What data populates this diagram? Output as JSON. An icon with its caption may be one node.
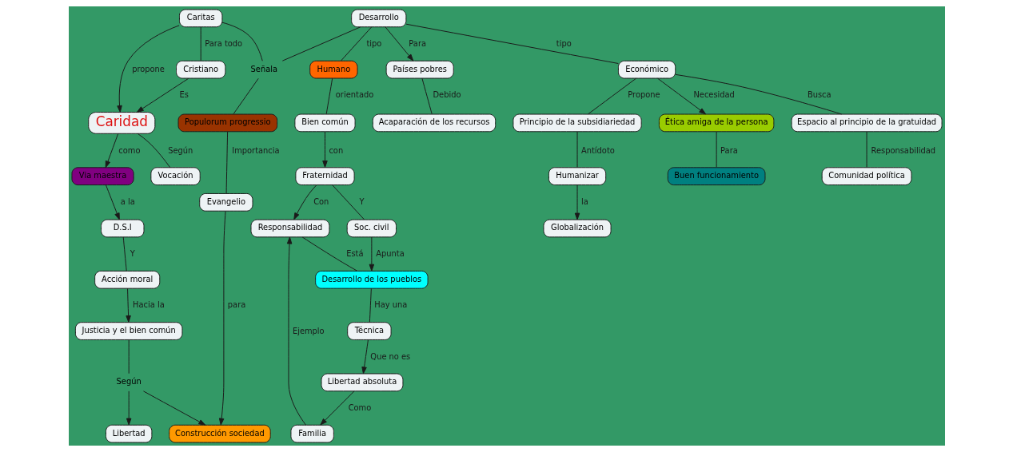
{
  "diagram": {
    "nodes": [
      {
        "text": [
          "Países pobres"
        ]
      },
      {
        "text": [
          "Ética amiga de la persona"
        ]
      },
      {
        "text": [
          "Acaparación de los recursos"
        ]
      },
      {
        "text": [
          "Caritas"
        ]
      },
      {
        "text": [
          "Caridad"
        ]
      },
      {
        "text": [
          "Via maestra"
        ]
      },
      {
        "text": [
          "D.S.I"
        ]
      },
      {
        "text": [
          "Acción moral"
        ]
      },
      {
        "text": [
          "Señala"
        ]
      },
      {
        "text": [
          "Desarrollo"
        ]
      },
      {
        "text": [
          "Cristiano"
        ]
      },
      {
        "text": [
          "Justicia y el bien común"
        ]
      },
      {
        "text": [
          "Vocación"
        ]
      },
      {
        "text": [
          "Populorum progressio"
        ]
      },
      {
        "text": [
          "Según"
        ]
      },
      {
        "text": [
          "Libertad"
        ]
      },
      {
        "text": [
          "Económico"
        ]
      },
      {
        "text": [
          "Humano"
        ]
      },
      {
        "text": [
          "Construcción sociedad"
        ]
      },
      {
        "text": [
          "Buen funcionamiento"
        ]
      },
      {
        "text": [
          "Evangelio"
        ]
      },
      {
        "text": [
          "Espacio al principio de la gratuidad"
        ]
      },
      {
        "text": [
          "Bien común"
        ]
      },
      {
        "text": [
          "Fraternidad"
        ]
      },
      {
        "text": [
          "Responsabilidad"
        ]
      },
      {
        "text": [
          "Principio de la subsidiariedad"
        ]
      },
      {
        "text": [
          "Familia"
        ]
      },
      {
        "text": [
          "Comunidad política"
        ]
      },
      {
        "text": [
          "Desarrollo de los pueblos"
        ]
      },
      {
        "text": [
          "Humanizar"
        ]
      },
      {
        "text": [
          "Globalización"
        ]
      },
      {
        "text": [
          "Soc. civil"
        ]
      },
      {
        "text": [
          "Técnica"
        ]
      },
      {
        "text": [
          "Libertad absoluta"
        ]
      }
    ],
    "edges": [
      {
        "from": 9,
        "to": 0,
        "arrow": "to",
        "label": "Para"
      },
      {
        "from": 0,
        "to": 2,
        "arrow": "none",
        "label": "Debido"
      },
      {
        "from": 16,
        "to": 1,
        "arrow": "to",
        "label": "Necesidad"
      },
      {
        "from": 1,
        "to": 19,
        "arrow": "none",
        "label": "Para"
      },
      {
        "from": 3,
        "to": 8,
        "arrow": "none"
      },
      {
        "from": 9,
        "to": 8,
        "arrow": "none"
      },
      {
        "from": 8,
        "to": 13,
        "arrow": "none"
      },
      {
        "from": 3,
        "to": 4,
        "arrow": "to",
        "label": "propone"
      },
      {
        "from": 3,
        "to": 10,
        "arrow": "none",
        "label": "Para todo"
      },
      {
        "from": 10,
        "to": 4,
        "arrow": "to",
        "label": "Es"
      },
      {
        "from": 4,
        "to": 5,
        "arrow": "to",
        "label": "como"
      },
      {
        "from": 5,
        "to": 6,
        "arrow": "to",
        "label": "a la"
      },
      {
        "from": 6,
        "to": 7,
        "arrow": "none",
        "label": "Y"
      },
      {
        "from": 7,
        "to": 11,
        "arrow": "to",
        "label": "Hacia la"
      },
      {
        "from": 4,
        "to": 12,
        "arrow": "none",
        "label": "Según"
      },
      {
        "from": 11,
        "to": 14,
        "arrow": "none"
      },
      {
        "from": 14,
        "to": 18,
        "arrow": "to"
      },
      {
        "from": 14,
        "to": 15,
        "arrow": "to"
      },
      {
        "from": 9,
        "to": 16,
        "arrow": "none",
        "label": "tipo"
      },
      {
        "from": 9,
        "to": 17,
        "arrow": "none",
        "label": "tipo"
      },
      {
        "from": 16,
        "to": 25,
        "arrow": "none",
        "label": "Propone"
      },
      {
        "from": 16,
        "to": 21,
        "arrow": "none",
        "label": "Busca"
      },
      {
        "from": 21,
        "to": 27,
        "arrow": "none",
        "label": "Responsabilidad"
      },
      {
        "from": 25,
        "to": 29,
        "arrow": "none",
        "label": "Antídoto"
      },
      {
        "from": 29,
        "to": 30,
        "arrow": "to",
        "label": "la"
      },
      {
        "from": 17,
        "to": 22,
        "arrow": "none",
        "label": "orientado"
      },
      {
        "from": 13,
        "to": 20,
        "arrow": "none",
        "label": "Importancia"
      },
      {
        "from": 20,
        "to": 18,
        "arrow": "to",
        "label": "para"
      },
      {
        "from": 22,
        "to": 23,
        "arrow": "to",
        "label": "con"
      },
      {
        "from": 23,
        "to": 24,
        "arrow": "to",
        "label": "Con"
      },
      {
        "from": 23,
        "to": 31,
        "arrow": "none",
        "label": "Y"
      },
      {
        "from": 31,
        "to": 28,
        "arrow": "to",
        "label": "Apunta"
      },
      {
        "from": 24,
        "to": 28,
        "arrow": "none",
        "label": "Está"
      },
      {
        "from": 28,
        "to": 32,
        "arrow": "none",
        "label": "Hay una"
      },
      {
        "from": 32,
        "to": 33,
        "arrow": "to",
        "label": "Que no es"
      },
      {
        "from": 33,
        "to": 26,
        "arrow": "to",
        "label": "Como"
      },
      {
        "from": 26,
        "to": 24,
        "arrow": "to",
        "label": "Ejemplo"
      }
    ]
  }
}
